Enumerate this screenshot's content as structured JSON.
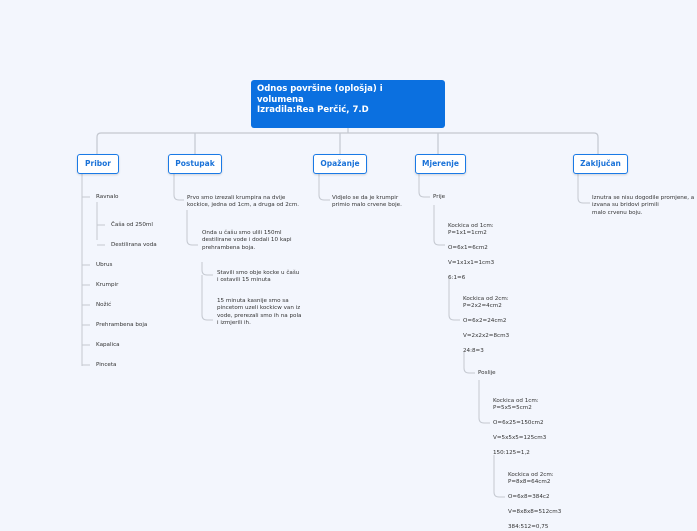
{
  "root": {
    "title": "Odnos površine (oplošja) i\nvolumena\nIzradila:Rea Perčić, 7.D"
  },
  "branches": {
    "pribor": {
      "label": "Pribor",
      "items": [
        "Ravnalo",
        "Čaša od 250ml",
        "Destilirana voda",
        "Ubrus",
        "Krumpir",
        "Nožić",
        "Prehrambena boja",
        "Kapalica",
        "Pinceta"
      ]
    },
    "postupak": {
      "label": "Postupak",
      "items": [
        "Prvo smo izrezali krumpira na dvije\nkockice, jedna od 1cm, a druga od 2cm.",
        "Onda u čašu smo ulili 150ml\ndestilirane vode i dodali 10 kapi\nprehrambena boja.",
        "Stavili smo obje kocke u čašu\ni ostavili 15 minuta",
        "15 minuta kasnije smo sa\npincetom uzeli kockicw van iz\nvode, prerezali smo ih na pola\ni izmjerili ih."
      ]
    },
    "opazanje": {
      "label": "Opažanje",
      "items": [
        "Vidjelo se da je krumpir\nprimio malo crvene boje."
      ]
    },
    "mjerenje": {
      "label": "Mjerenje",
      "items": [
        "Prije",
        "Kockica od 1cm:\nP=1x1=1cm2\n\nO=6x1=6cm2\n\nV=1x1x1=1cm3\n\n6:1=6",
        "Kockica od 2cm:\nP=2x2=4cm2\n\nO=6x2=24cm2\n\nV=2x2x2=8cm3\n\n24:8=3",
        "Poslije",
        "Kockica od 1cm:\nP=5x5=5cm2\n\nO=6x25=150cm2\n\nV=5x5x5=125cm3\n\n150:125=1,2",
        "Kockica od 2cm:\nP=8x8=64cm2\n\nO=6x8=384c2\n\nV=8x8x8=512cm3\n\n384:512=0,75"
      ]
    },
    "zakljucan": {
      "label": "Zaključan",
      "items": [
        "Iznutra se nisu dogodile promjene, a\nizvana su bridovi primili\nmalo crvenu boju."
      ]
    }
  },
  "colors": {
    "root": "#0b70e0",
    "node_border": "#1a7ae6",
    "background": "#f3f6fd",
    "line": "#c4c8d0"
  }
}
